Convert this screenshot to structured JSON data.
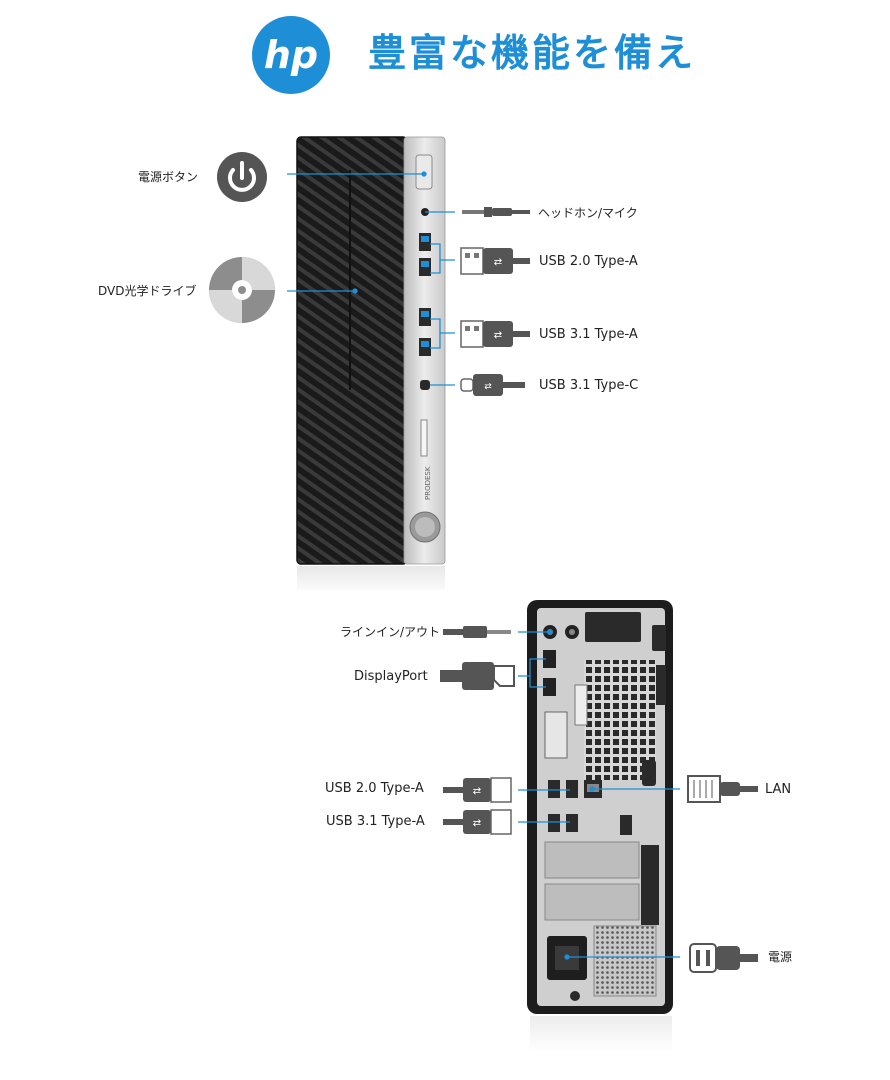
{
  "header": {
    "logo_text": "hp",
    "title": "豊富な機能を備え",
    "brand_color": "#1e8fd6"
  },
  "front": {
    "left_labels": {
      "power_button": "電源ボタン",
      "dvd_drive": "DVD光学ドライブ"
    },
    "right_labels": {
      "headphone": "ヘッドホン/マイク",
      "usb20": "USB 2.0 Type-A",
      "usb31a": "USB 3.1 Type-A",
      "usb31c": "USB 3.1 Type-C"
    },
    "model_text": "PRODESK"
  },
  "rear": {
    "left_labels": {
      "line_in_out": "ラインイン/アウト",
      "displayport": "DisplayPort",
      "usb20": "USB 2.0 Type-A",
      "usb31": "USB 3.1 Type-A"
    },
    "right_labels": {
      "lan": "LAN",
      "power": "電源"
    }
  },
  "colors": {
    "accent_line": "#1e8fd6",
    "case_dark": "#1c1c1c",
    "silver": "#d4d4d4",
    "icon_gray": "#5a5a5a"
  }
}
